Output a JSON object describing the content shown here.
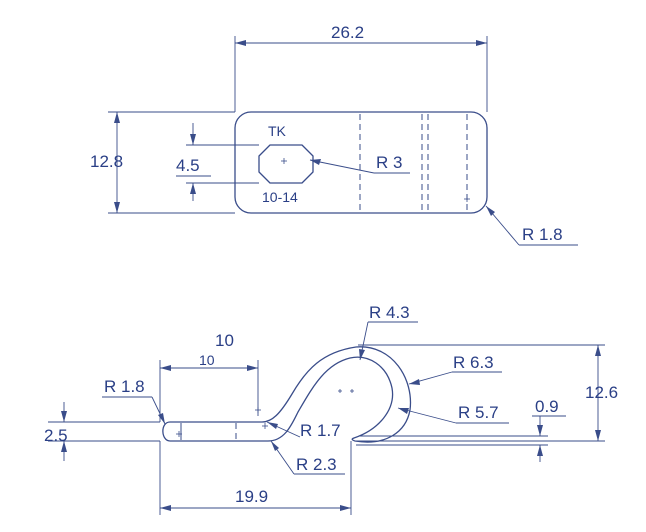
{
  "top_view": {
    "width_dim": "26.2",
    "height_dim": "12.8",
    "hole_dim": "4.5",
    "hole_radius": "R 3",
    "corner_radius": "R 1.8",
    "label_top": "TK",
    "label_bottom": "10-14"
  },
  "side_view": {
    "r_top": "R 4.3",
    "r_outer": "R 6.3",
    "r_inner": "R 5.7",
    "r_left": "R 1.8",
    "r_bend_inner": "R 1.7",
    "r_bend_outer": "R 2.3",
    "dim_10_bold": "10",
    "dim_10_small": "10",
    "height_dim": "12.6",
    "thickness_right": "0.9",
    "thickness_left": "2.5",
    "length_dim": "19.9"
  }
}
